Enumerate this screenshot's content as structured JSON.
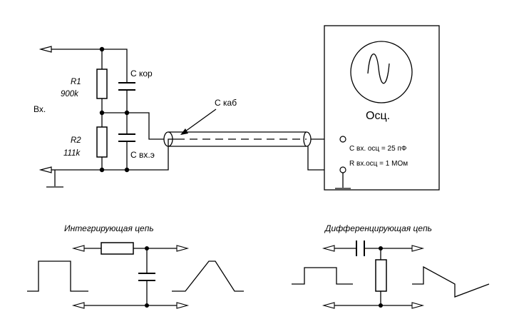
{
  "top_circuit": {
    "input_label": "Вх.",
    "r1_name": "R1",
    "r1_value": "900k",
    "r2_name": "R2",
    "r2_value": "111k",
    "c_corr_label": "С кор",
    "c_in_label": "С вх.э",
    "c_cable_label": "С каб",
    "scope_label": "Осц.",
    "scope_cin_label": "С вх. осц = 25 пФ",
    "scope_rin_label": "R вх.осц = 1 МОм"
  },
  "integrating_circuit": {
    "title": "Интегрирующая цепь"
  },
  "differentiating_circuit": {
    "title": "Дифференцирующая цепь"
  }
}
